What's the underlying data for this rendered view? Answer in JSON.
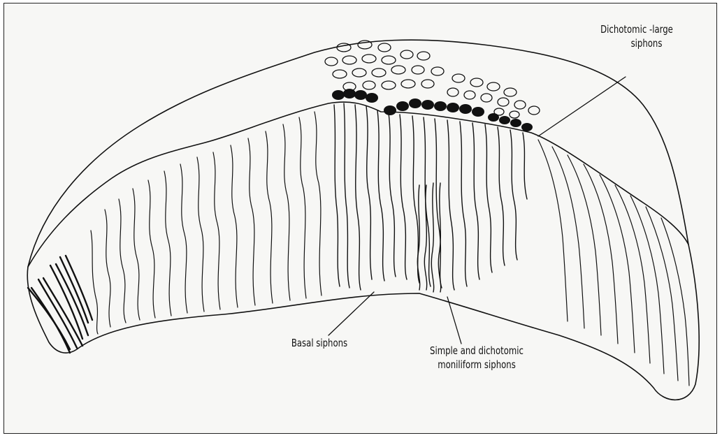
{
  "labels": {
    "dichotomic_large_line1": "Dichotomic -large",
    "dichotomic_large_line2": "siphons",
    "basal": "Basal siphons",
    "moniliform_line1": "Simple and dichotomic",
    "moniliform_line2": "moniliform siphons"
  },
  "colors": {
    "ink": "#111111",
    "paper": "#f7f7f5",
    "stipple": "#555555"
  }
}
